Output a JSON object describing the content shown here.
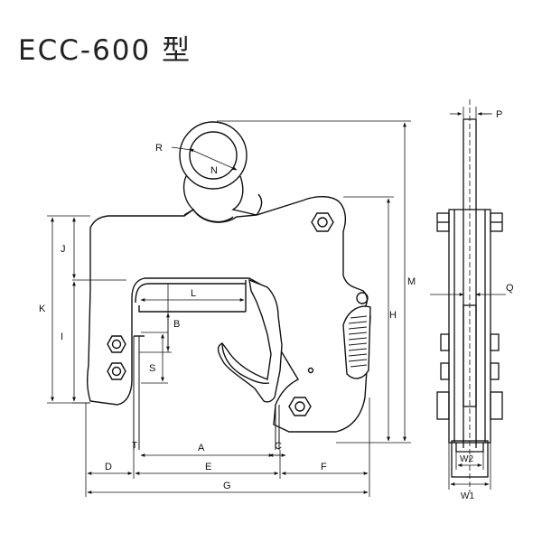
{
  "title": "ECC-600 型",
  "labels": {
    "R": "R",
    "N": "N",
    "J": "J",
    "K": "K",
    "I": "I",
    "L": "L",
    "B": "B",
    "S": "S",
    "T": "T",
    "A": "A",
    "C": "C",
    "D": "D",
    "E": "E",
    "F": "F",
    "G": "G",
    "M": "M",
    "H": "H",
    "P": "P",
    "Q": "Q",
    "W2": "W2",
    "W1": "W1"
  }
}
